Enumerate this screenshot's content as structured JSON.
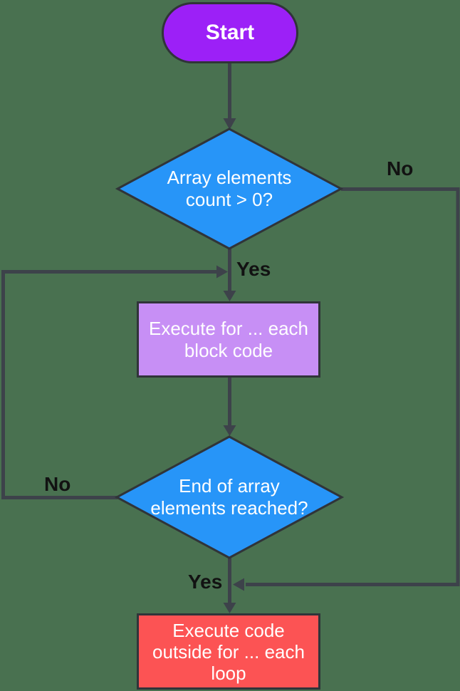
{
  "colors": {
    "background": "#497150",
    "connector": "#3d424a",
    "shape-border": "#303439",
    "start-fill": "#9c20f7",
    "decision-fill": "#2795f8",
    "process-fill": "#c78ff5",
    "end-fill": "#fc5354",
    "node-text": "#ffffff",
    "label-text": "#121212"
  },
  "nodes": {
    "start": {
      "label": "Start"
    },
    "decision_count": {
      "line1": "Array elements",
      "line2": "count > 0?"
    },
    "process_block": {
      "line1": "Execute for ... each",
      "line2": "block code"
    },
    "decision_end": {
      "line1": "End of array",
      "line2": "elements reached?"
    },
    "process_outside": {
      "line1": "Execute code",
      "line2": "outside for ... each",
      "line3": "loop"
    }
  },
  "edge_labels": {
    "decision_count_no": "No",
    "decision_count_yes": "Yes",
    "decision_end_no": "No",
    "decision_end_yes": "Yes"
  }
}
